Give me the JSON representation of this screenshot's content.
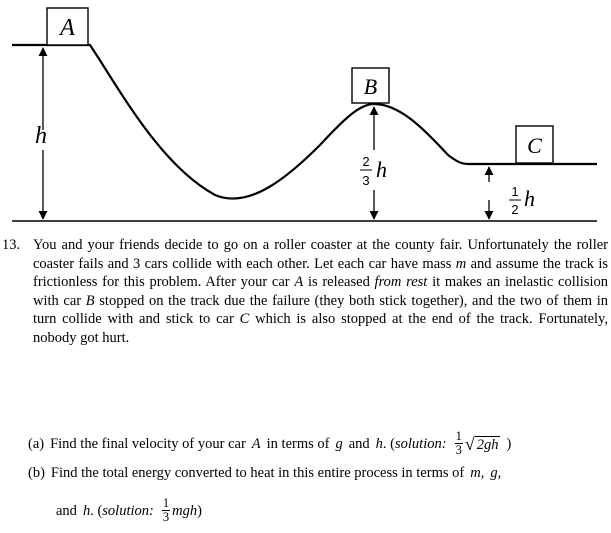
{
  "diagram": {
    "labels": {
      "box_a": "A",
      "box_b": "B",
      "box_c": "C",
      "height_h": "h",
      "frac_two_thirds_num": "2",
      "frac_two_thirds_den": "3",
      "frac_two_thirds_var": "h",
      "frac_half_num": "1",
      "frac_half_den": "2",
      "frac_half_var": "h"
    }
  },
  "problem": {
    "number": "13.",
    "text_parts": [
      "You and your friends decide to go on a roller coaster at the county fair. Unfortunately the roller coaster fails and 3 cars collide with each other. Let each car have mass ",
      "m",
      " and assume the track is frictionless for this problem. After your car ",
      "A",
      " is released ",
      "from rest",
      " it makes an inelastic collision with car ",
      "B",
      " stopped on the track due the failure (they both stick together), and the two of them in turn collide with and stick to car ",
      "C",
      " which is also stopped at the end of the track. Fortunately, nobody got hurt."
    ]
  },
  "parts": {
    "a": {
      "label": "(a)",
      "text1": "Find the final velocity of your car",
      "var1": "A",
      "text2": "in terms of",
      "var2": "g",
      "text3": "and",
      "var3": "h",
      "text4": ". (",
      "solution_label": "solution:",
      "frac_num": "1",
      "frac_den": "3",
      "sqrt_content": "2gh",
      "close": ")"
    },
    "b": {
      "label": "(b)",
      "text1": "Find the total energy converted to heat in this entire process in terms of",
      "var1": "m",
      "comma1": ",",
      "var2": "g",
      "comma2": ",",
      "line2_text1": "and",
      "line2_var1": "h",
      "line2_text2": ". (",
      "solution_label": "solution:",
      "frac_num": "1",
      "frac_den": "3",
      "expr": "mgh",
      "close": ")"
    }
  }
}
